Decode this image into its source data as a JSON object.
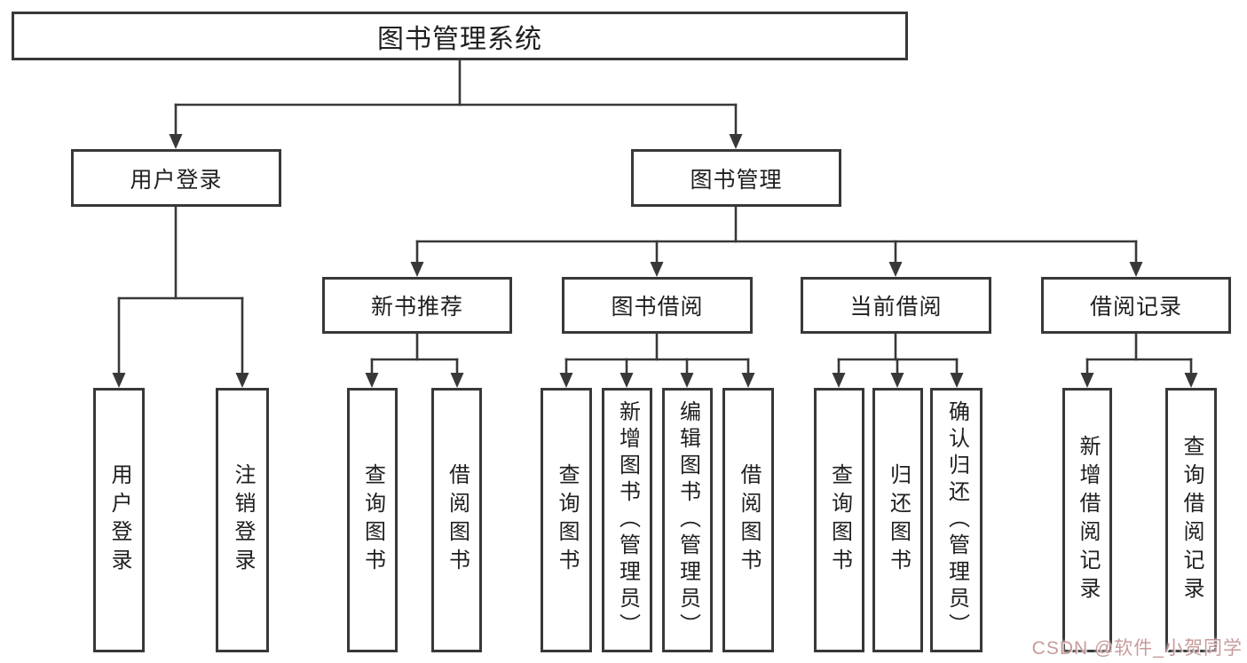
{
  "colors": {
    "line": "#383838",
    "box_border": "#383838",
    "box_background": "#ffffff",
    "text": "#1f1f1f",
    "watermark": "#be8a8a",
    "background": "#ffffff"
  },
  "tree": {
    "root": {
      "label": "图书管理系统",
      "children": [
        {
          "label": "用户登录",
          "children": [
            {
              "label": "用户登录"
            },
            {
              "label": "注销登录"
            }
          ]
        },
        {
          "label": "图书管理",
          "children": [
            {
              "label": "新书推荐",
              "children": [
                {
                  "label": "查询图书"
                },
                {
                  "label": "借阅图书"
                }
              ]
            },
            {
              "label": "图书借阅",
              "children": [
                {
                  "label": "查询图书"
                },
                {
                  "label": "新增图书（管理员）"
                },
                {
                  "label": "编辑图书（管理员）"
                },
                {
                  "label": "借阅图书"
                }
              ]
            },
            {
              "label": "当前借阅",
              "children": [
                {
                  "label": "查询图书"
                },
                {
                  "label": "归还图书"
                },
                {
                  "label": "确认归还（管理员）"
                }
              ]
            },
            {
              "label": "借阅记录",
              "children": [
                {
                  "label": "新增借阅记录"
                },
                {
                  "label": "查询借阅记录"
                }
              ]
            }
          ]
        }
      ]
    }
  },
  "watermark": "CSDN @软件_小贺同学"
}
